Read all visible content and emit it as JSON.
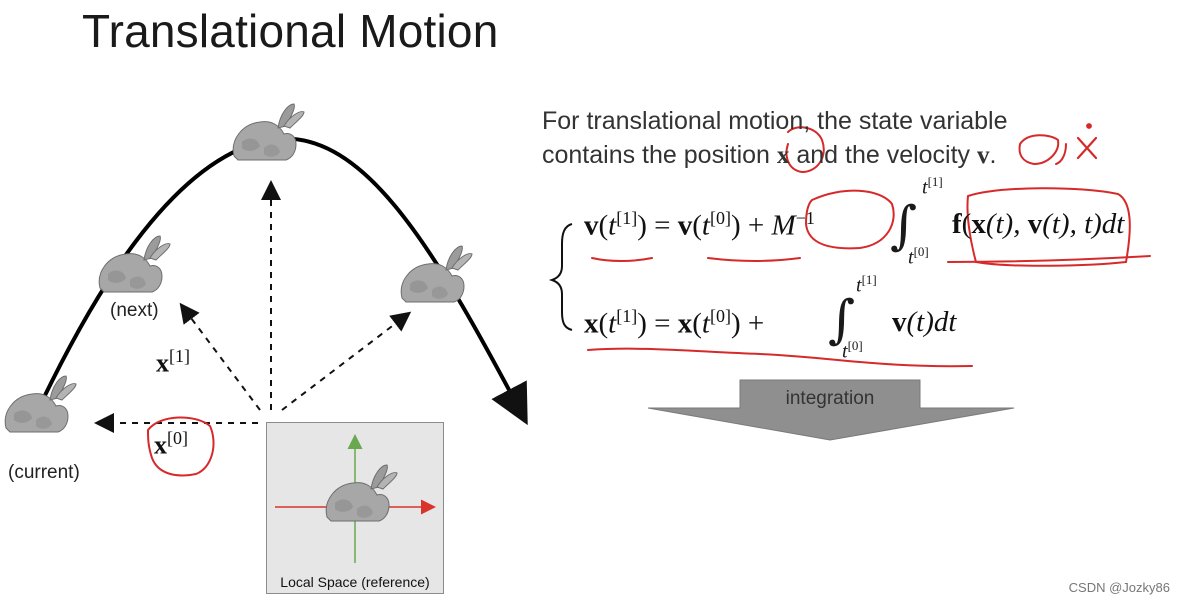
{
  "slide": {
    "title": "Translational Motion",
    "labels": {
      "current": "(current)",
      "next": "(next)",
      "local_space": "Local Space (reference)",
      "integration": "integration"
    },
    "description": {
      "line1": "For translational motion, the state variable",
      "line2_a": "contains the position ",
      "line2_x": "x",
      "line2_b": " and the velocity ",
      "line2_v": "v",
      "line2_end": "."
    },
    "annotation_xdot": "ẋ",
    "vectors": {
      "x0": "x",
      "x0_sup": "[0]",
      "x1": "x",
      "x1_sup": "[1]"
    },
    "equations": {
      "eq1": {
        "lhs_v": "v",
        "lhs_t": "t",
        "lhs_sup": "[1]",
        "rhs_v": "v",
        "rhs_t": "t",
        "rhs_sup": "[0]",
        "plus": "+",
        "M": "M",
        "M_sup": "−1",
        "integral": "∫",
        "upper": "t",
        "upper_sup": "[1]",
        "lower": "t",
        "lower_sup": "[0]",
        "f": "f",
        "arg_x": "x",
        "arg_v": "v",
        "arg_rest": "(t), ",
        "tail": "(t), t)dt"
      },
      "eq2": {
        "lhs_x": "x",
        "lhs_t": "t",
        "lhs_sup": "[1]",
        "rhs_x": "x",
        "rhs_t": "t",
        "rhs_sup": "[0]",
        "plus": "+",
        "integral": "∫",
        "upper": "t",
        "upper_sup": "[1]",
        "lower": "t",
        "lower_sup": "[0]",
        "v": "v",
        "tail": "(t)dt"
      }
    },
    "watermark": "CSDN @Jozky86",
    "colors": {
      "annotation_red": "#d62a2a",
      "arrow_gray": "#8f8f8f",
      "axis_red": "#d9342b",
      "axis_green": "#6aa84f"
    }
  }
}
